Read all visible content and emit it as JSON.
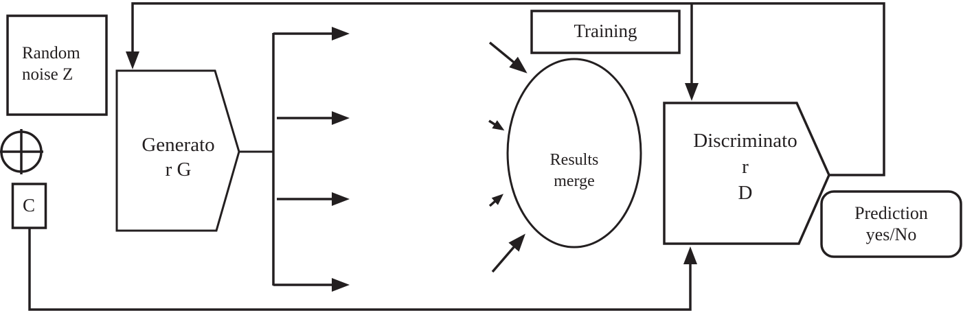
{
  "colors": {
    "stroke": "#231f20",
    "background": "#ffffff"
  },
  "icons": {
    "sum_junction": "circle-plus-icon"
  },
  "nodes": {
    "random_noise": {
      "line1": "Random",
      "line2": "noise Z"
    },
    "condition": {
      "label": "C"
    },
    "generator": {
      "line1": "Generato",
      "line2": "r G"
    },
    "training": {
      "label": "Training"
    },
    "results_merge": {
      "line1": "Results",
      "line2": "merge"
    },
    "discriminator": {
      "line1": "Discriminato",
      "line2": "r",
      "line3": "D"
    },
    "prediction": {
      "line1": "Prediction",
      "line2": "yes/No"
    }
  }
}
